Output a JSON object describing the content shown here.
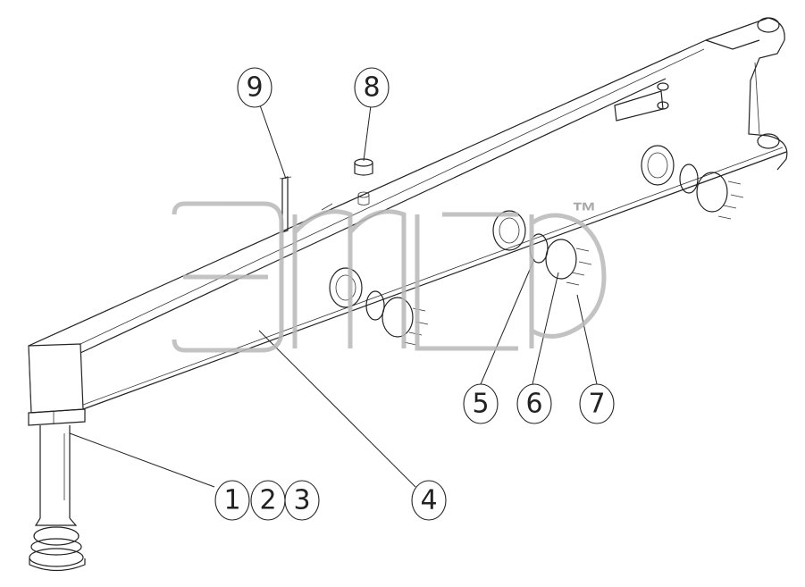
{
  "callouts": [
    {
      "id": "1",
      "label": "1"
    },
    {
      "id": "2",
      "label": "2"
    },
    {
      "id": "3",
      "label": "3"
    },
    {
      "id": "4",
      "label": "4"
    },
    {
      "id": "5",
      "label": "5"
    },
    {
      "id": "6",
      "label": "6"
    },
    {
      "id": "7",
      "label": "7"
    },
    {
      "id": "8",
      "label": "8"
    },
    {
      "id": "9",
      "label": "9"
    }
  ],
  "watermark": {
    "logo_text": "элсб",
    "mark": "™"
  },
  "colors": {
    "line": "#222222",
    "watermark": "#b8b8b8",
    "background": "#ffffff"
  }
}
